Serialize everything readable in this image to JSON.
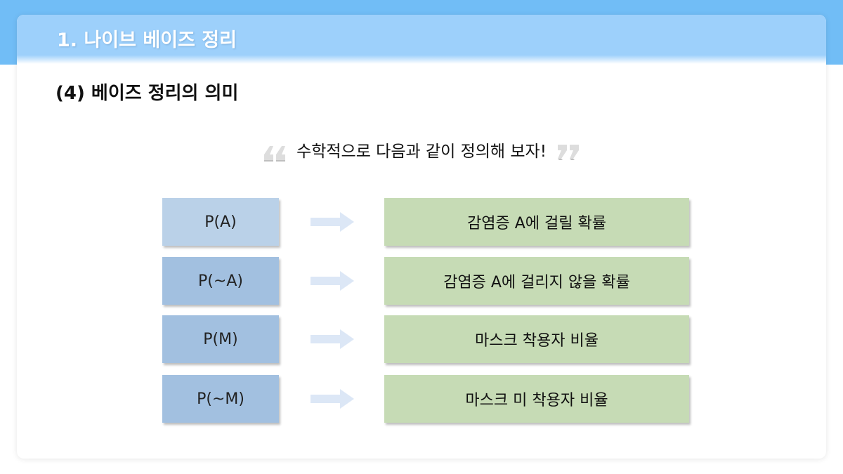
{
  "header": {
    "section_title": "1. 나이브 베이즈 정리"
  },
  "main": {
    "subtitle": "(4) 베이즈 정리의 의미",
    "quote": "수학적으로 다음과 같이 정의해 보자!",
    "rows": [
      {
        "term": "P(A)",
        "meaning": "감염증 A에 걸릴 확률"
      },
      {
        "term": "P(~A)",
        "meaning": "감염증 A에 걸리지 않을 확률"
      },
      {
        "term": "P(M)",
        "meaning": "마스크 착용자 비율"
      },
      {
        "term": "P(~M)",
        "meaning": "마스크 미 착용자 비율"
      }
    ]
  },
  "colors": {
    "top_band": "#71bdf6",
    "header_strip": "#9dd0fb",
    "term_box_light": "#bad1e8",
    "term_box": "#a2c0e0",
    "meaning_box": "#c6dbb5",
    "arrow": "#dce7f6"
  },
  "icons": {
    "open_quote": "open-quote-icon",
    "close_quote": "close-quote-icon",
    "arrow": "right-arrow-icon"
  }
}
